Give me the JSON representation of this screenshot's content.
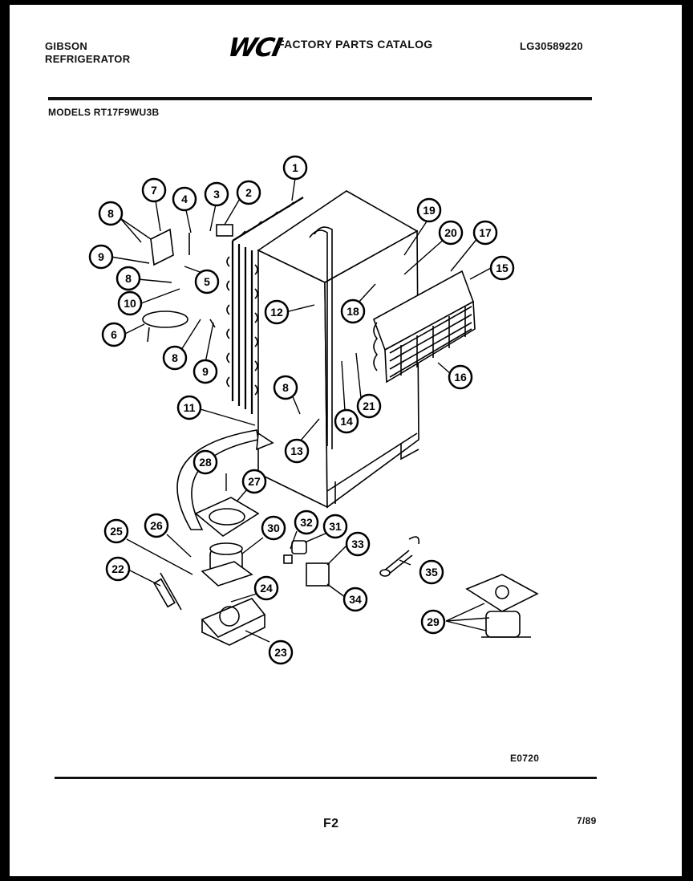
{
  "header": {
    "brand_line1": "GIBSON",
    "brand_line2": "REFRIGERATOR",
    "logo": "WCI",
    "catalog_title": "FACTORY PARTS CATALOG",
    "part_number": "LG30589220",
    "models": "MODELS RT17F9WU3B"
  },
  "diagram": {
    "callouts": [
      "1",
      "2",
      "3",
      "4",
      "5",
      "6",
      "7",
      "8",
      "9",
      "10",
      "11",
      "12",
      "13",
      "14",
      "15",
      "16",
      "17",
      "18",
      "19",
      "20",
      "21",
      "22",
      "23",
      "24",
      "25",
      "26",
      "27",
      "28",
      "29",
      "30",
      "31",
      "32",
      "33",
      "34",
      "35"
    ]
  },
  "footer": {
    "drawing_code": "E0720",
    "page_label": "F2",
    "date": "7/89"
  }
}
